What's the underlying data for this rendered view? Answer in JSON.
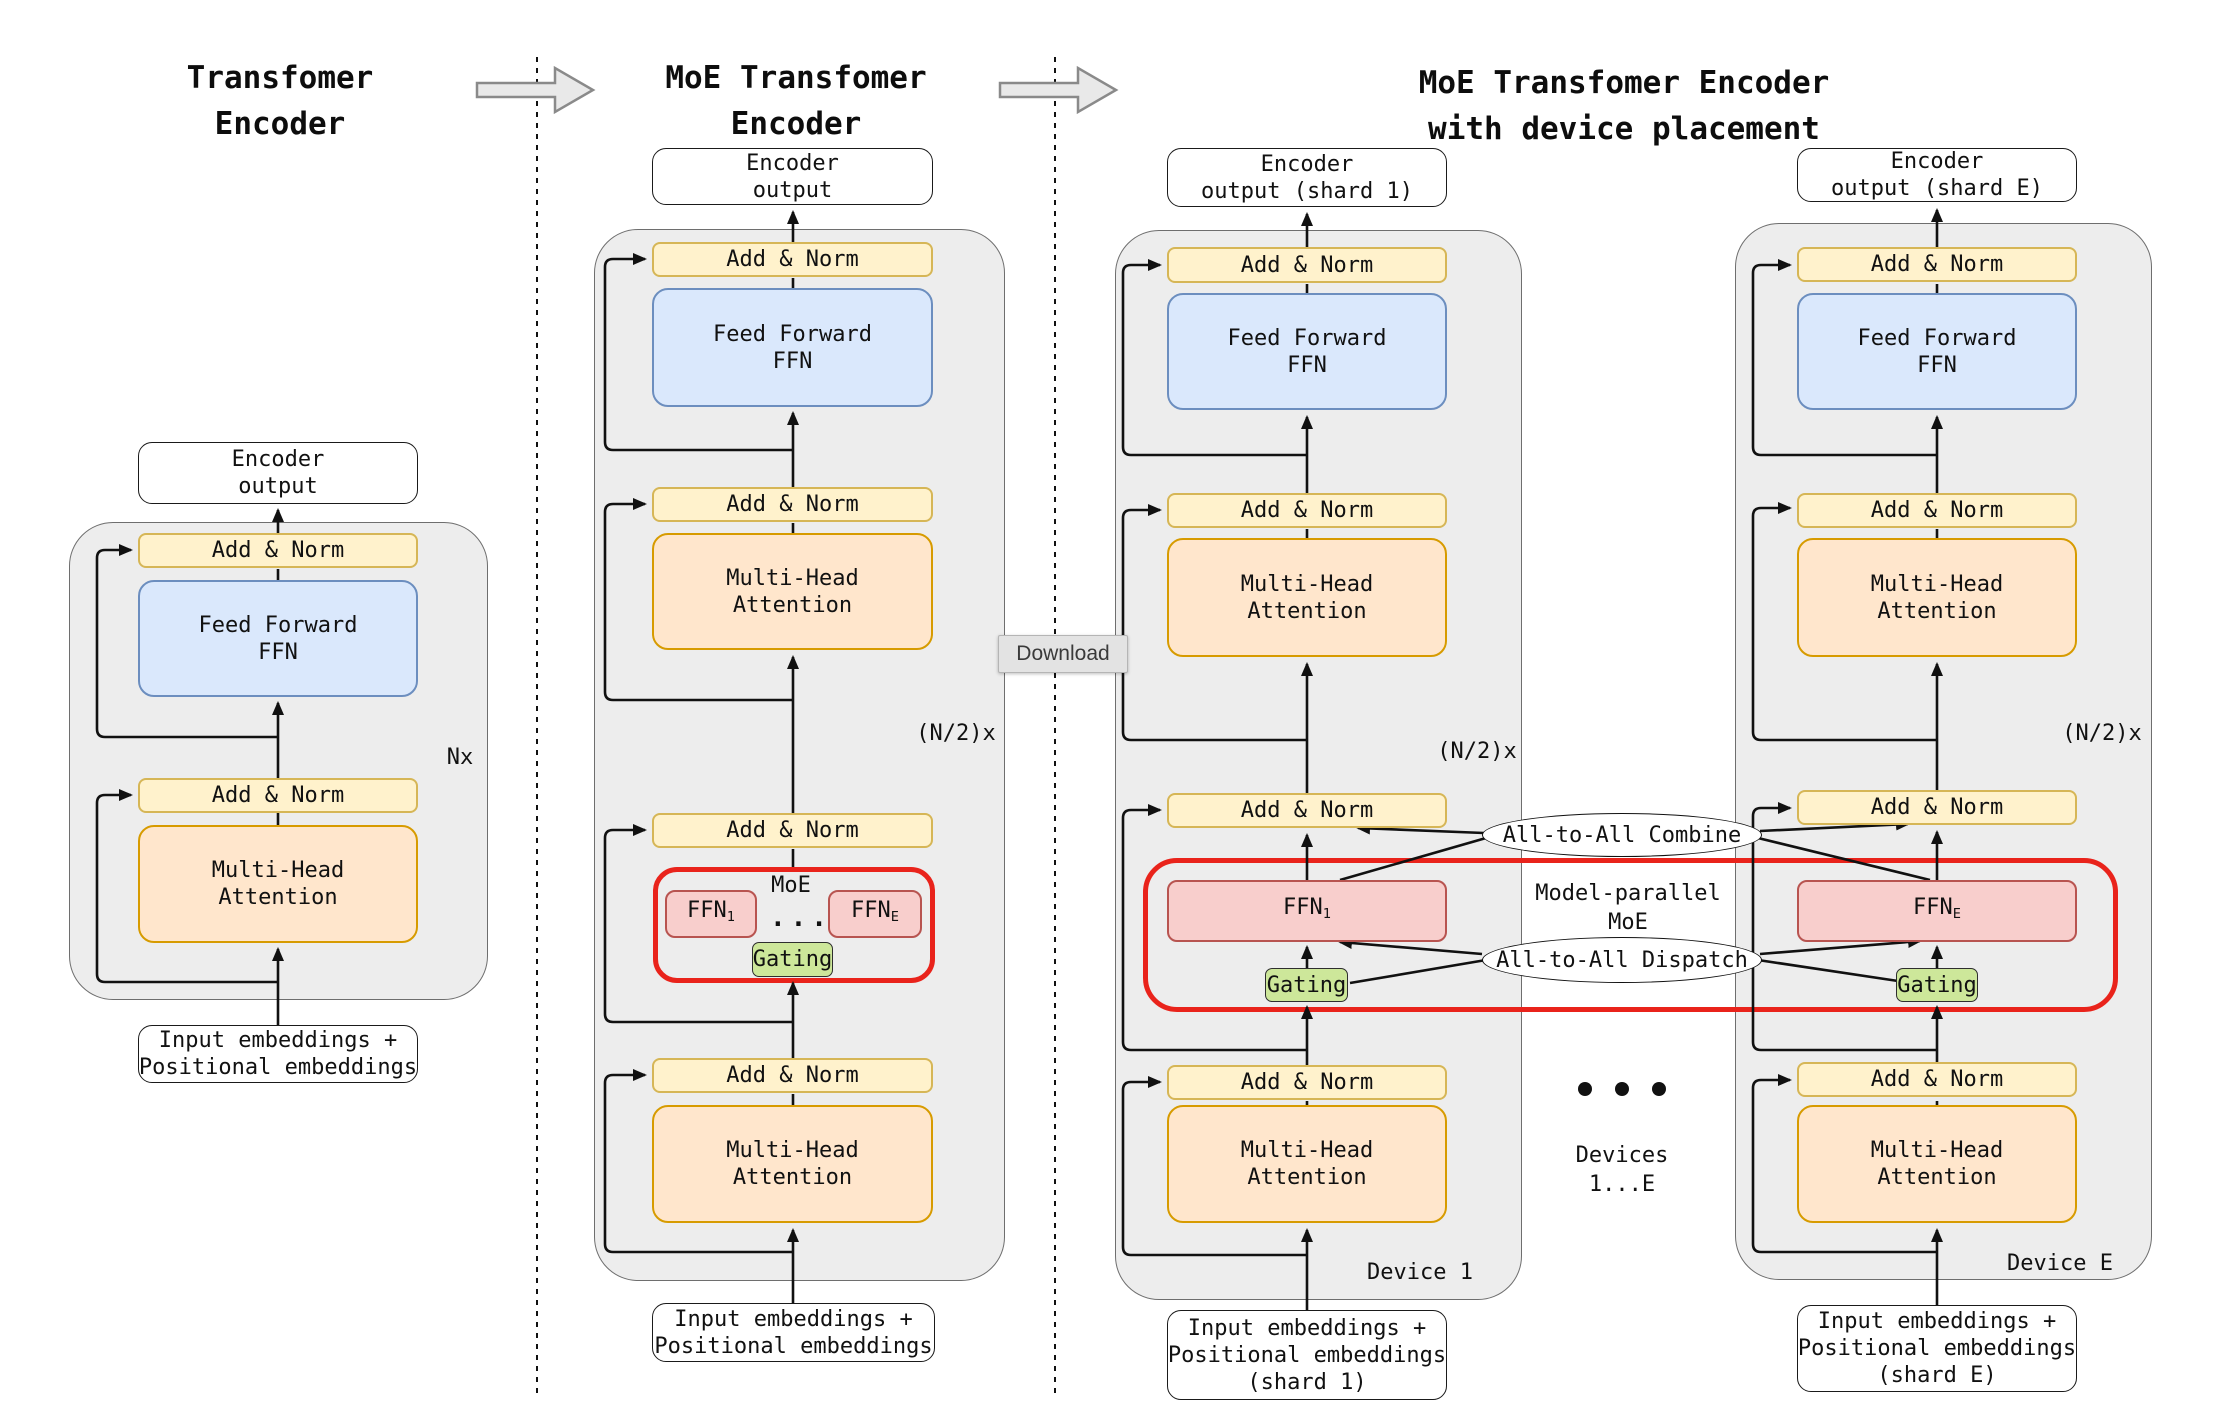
{
  "page": {
    "background": "#ffffff"
  },
  "tooltip": {
    "label": "Download"
  },
  "colors": {
    "accent_red": "#e9231b",
    "panel": "#ededed",
    "panel_border": "#6e6e6e",
    "yellow": "#fff2cc",
    "yellow_border": "#d6b656",
    "blue": "#dae8fc",
    "blue_border": "#6c8ebf",
    "orange": "#ffe6cc",
    "orange_border": "#d79b00",
    "pink": "#f8cecc",
    "pink_border": "#b85450",
    "green": "#cde79a",
    "green_border": "#2e2e2e"
  },
  "titles": {
    "left": [
      "Transfomer",
      "Encoder"
    ],
    "middle": [
      "MoE Transfomer",
      "Encoder"
    ],
    "right": [
      "MoE Transfomer Encoder",
      "with device placement"
    ]
  },
  "blocks": {
    "add_norm": "Add & Norm",
    "feed_forward": [
      "Feed Forward",
      "FFN"
    ],
    "attention": [
      "Multi-Head",
      "Attention"
    ],
    "gating": "Gating",
    "moe": "MoE",
    "ffn_base": "FFN",
    "ffn_sub_first": "1",
    "ffn_sub_last": "E",
    "ellipsis": "...",
    "repeat_full": "Nx",
    "repeat_half": "(N/2)x"
  },
  "io": {
    "encoder_output": [
      "Encoder",
      "output"
    ],
    "encoder_output_shard1": [
      "Encoder",
      "output (shard 1)"
    ],
    "encoder_output_shardE": [
      "Encoder",
      "output (shard E)"
    ],
    "input_embeddings": [
      "Input embeddings +",
      "Positional embeddings"
    ],
    "input_shard1_line3": "(shard 1)",
    "input_shardE_line3": "(shard E)"
  },
  "right_section": {
    "combine": "All-to-All Combine",
    "dispatch": "All-to-All Dispatch",
    "model_parallel": [
      "Model-parallel",
      "MoE"
    ],
    "devices": [
      "Devices",
      "1...E"
    ],
    "device_first": "Device 1",
    "device_last": "Device E"
  }
}
